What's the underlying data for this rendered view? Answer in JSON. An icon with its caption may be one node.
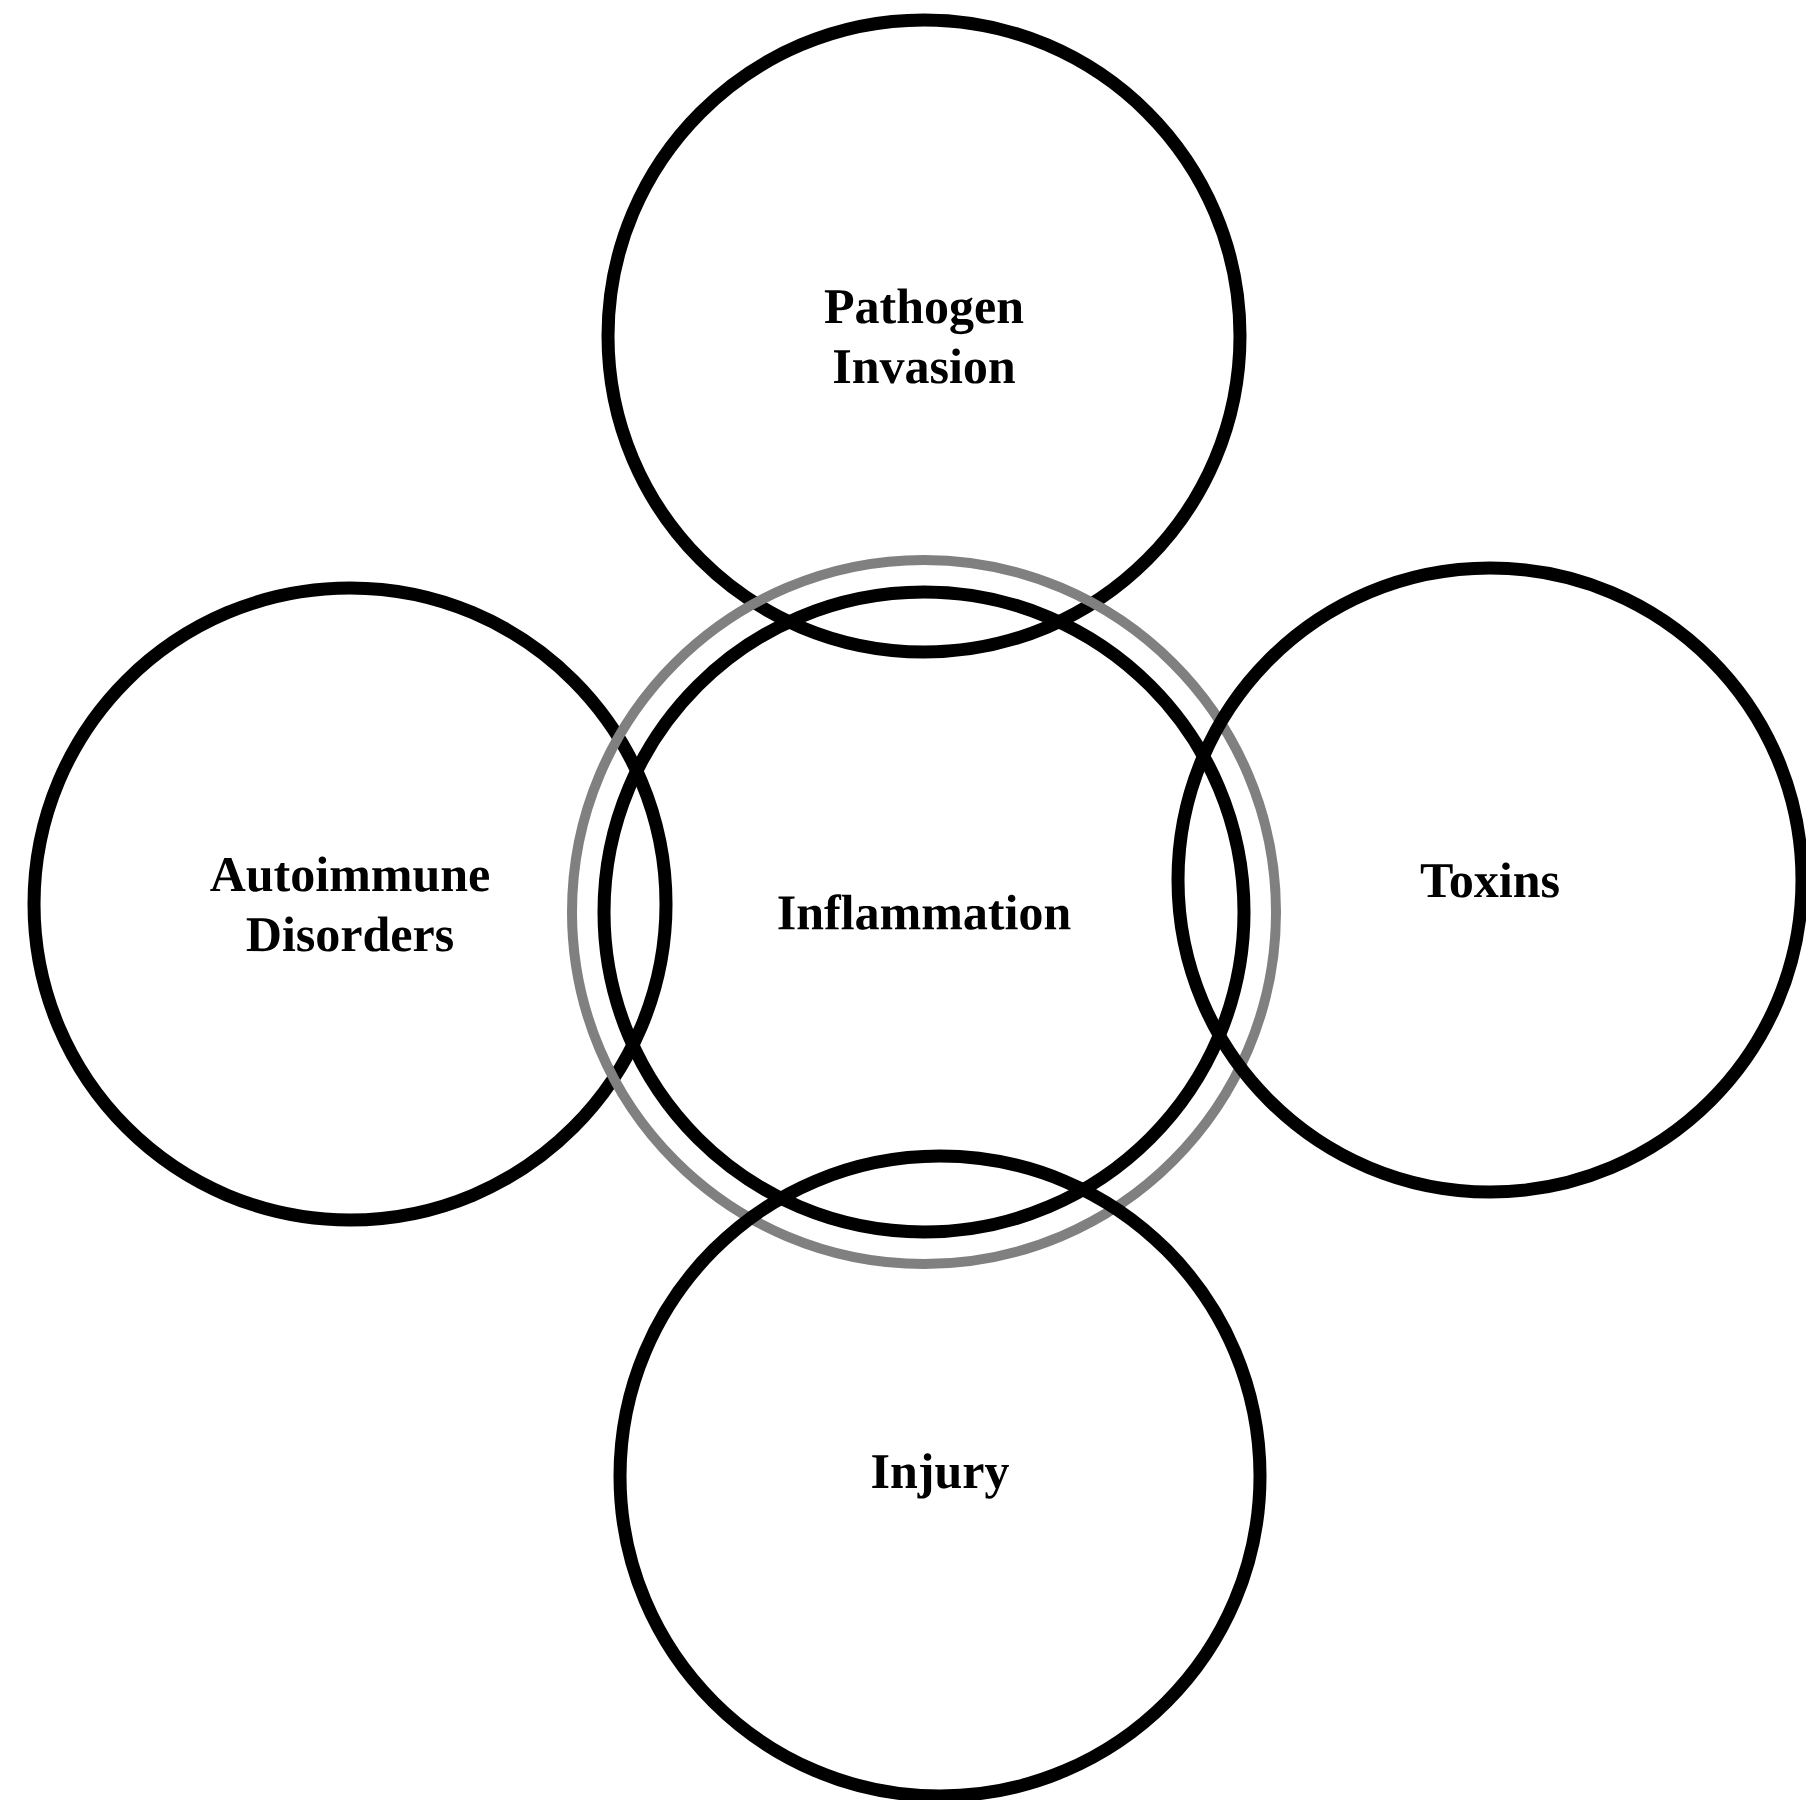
{
  "diagram": {
    "nodes": [
      {
        "text": [
          "Pathogen Invasion"
        ]
      },
      {
        "text": [
          "Autoimmune Disorders"
        ]
      },
      {
        "text": [
          "Inflammation"
        ]
      },
      {
        "text": [
          "Toxins"
        ]
      },
      {
        "text": [
          "Injury"
        ]
      }
    ],
    "edges": []
  }
}
